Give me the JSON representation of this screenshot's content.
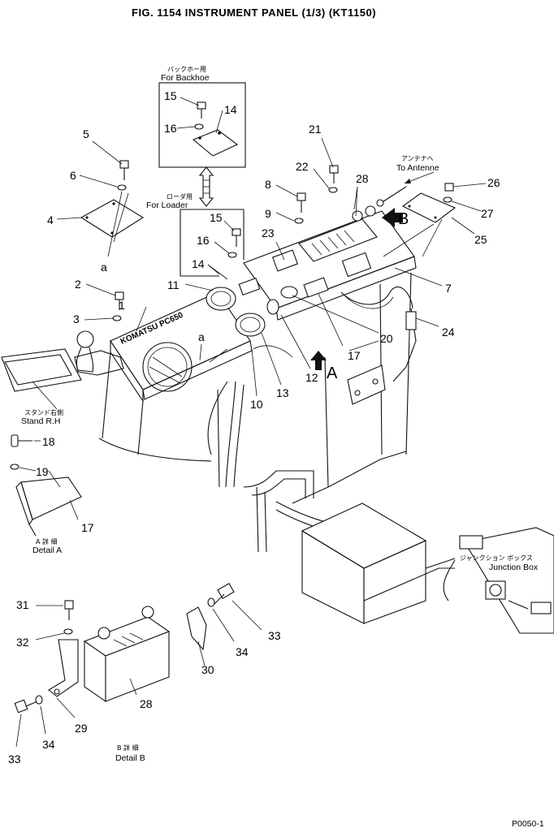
{
  "title": "FIG. 1154   INSTRUMENT PANEL (1/3) (KT1150)",
  "brand": "KOMATSU PC650",
  "footer_code": "P0050-1",
  "labels": {
    "backhoe_jp": "バックホー用",
    "backhoe_en": "For Backhoe",
    "loader_jp": "ローダ用",
    "loader_en": "For Loader",
    "antenna_jp": "アンテナへ",
    "antenna_en": "To Antenne",
    "stand_jp": "スタンド右側",
    "stand_en": "Stand R.H",
    "detail_a_jp": "A 詳 細",
    "detail_a_en": "Detail A",
    "detail_b_jp": "B 詳 細",
    "detail_b_en": "Detail B",
    "junction_jp": "ジャンクション ボックス",
    "junction_en": "Junction Box",
    "arrow_a": "A",
    "arrow_b": "B",
    "ref_a1": "a",
    "ref_a2": "a"
  },
  "callouts": [
    {
      "n": "1"
    },
    {
      "n": "2"
    },
    {
      "n": "3"
    },
    {
      "n": "4"
    },
    {
      "n": "5"
    },
    {
      "n": "6"
    },
    {
      "n": "7"
    },
    {
      "n": "8"
    },
    {
      "n": "9"
    },
    {
      "n": "10"
    },
    {
      "n": "11"
    },
    {
      "n": "12"
    },
    {
      "n": "13"
    },
    {
      "n": "14"
    },
    {
      "n": "14"
    },
    {
      "n": "15"
    },
    {
      "n": "15"
    },
    {
      "n": "16"
    },
    {
      "n": "16"
    },
    {
      "n": "17"
    },
    {
      "n": "17"
    },
    {
      "n": "18"
    },
    {
      "n": "19"
    },
    {
      "n": "20"
    },
    {
      "n": "21"
    },
    {
      "n": "22"
    },
    {
      "n": "23"
    },
    {
      "n": "24"
    },
    {
      "n": "25"
    },
    {
      "n": "26"
    },
    {
      "n": "27"
    },
    {
      "n": "28"
    },
    {
      "n": "28"
    },
    {
      "n": "29"
    },
    {
      "n": "30"
    },
    {
      "n": "31"
    },
    {
      "n": "32"
    },
    {
      "n": "33"
    },
    {
      "n": "33"
    },
    {
      "n": "34"
    },
    {
      "n": "34"
    }
  ]
}
